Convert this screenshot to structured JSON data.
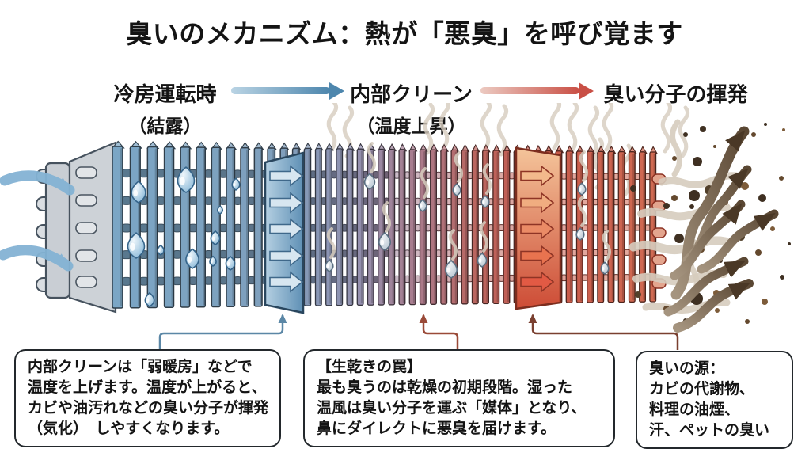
{
  "title": "臭いのメカニズム：熱が「悪臭」を呼び覚ます",
  "stages": [
    {
      "label": "冷房運転時",
      "sublabel": "（結露）"
    },
    {
      "label": "内部クリーン",
      "sublabel": "（温度上昇）"
    },
    {
      "label": "臭い分子の揮発",
      "sublabel": ""
    }
  ],
  "callouts": [
    {
      "lines": [
        "内部クリーンは「弱暖房」などで",
        "温度を上げます。温度が上がると、",
        "カビや油汚れなどの臭い分子が揮発",
        "（気化）　しやすくなります。"
      ]
    },
    {
      "lines": [
        "【生乾きの罠】",
        "最も臭うのは乾燥の初期段階。湿った",
        "温風は臭い分子を運ぶ「媒体」となり、",
        "鼻にダイレクトに悪臭を届けます。"
      ]
    },
    {
      "lines": [
        "臭いの源：",
        "カビの代謝物、",
        "料理の油煙、",
        "汗、ペットの臭い"
      ]
    }
  ],
  "palette": {
    "background": "#ffffff",
    "text": "#141414",
    "flow_arrow_blue_start": "#bad4e4",
    "flow_arrow_blue_end": "#4d86ad",
    "flow_arrow_red_start": "#eccac1",
    "flow_arrow_red_end": "#c94f45",
    "fin_cold": "#7ba6c5",
    "fin_warm": "#a97b8c",
    "fin_hot": "#d06a52",
    "metal_gray": "#c9ced4",
    "droplet_blue": "#9cc4de",
    "steam_beige": "#d6ccbe",
    "odor_brown_dark": "#4a3826",
    "odor_brown_light": "#a5947f",
    "inlet_arrow_blue": "#84b3d4",
    "connector_blue": "#5b87a6",
    "connector_red": "#9a4a38",
    "connector_brown": "#7a4030",
    "callout_border": "#23282c"
  }
}
